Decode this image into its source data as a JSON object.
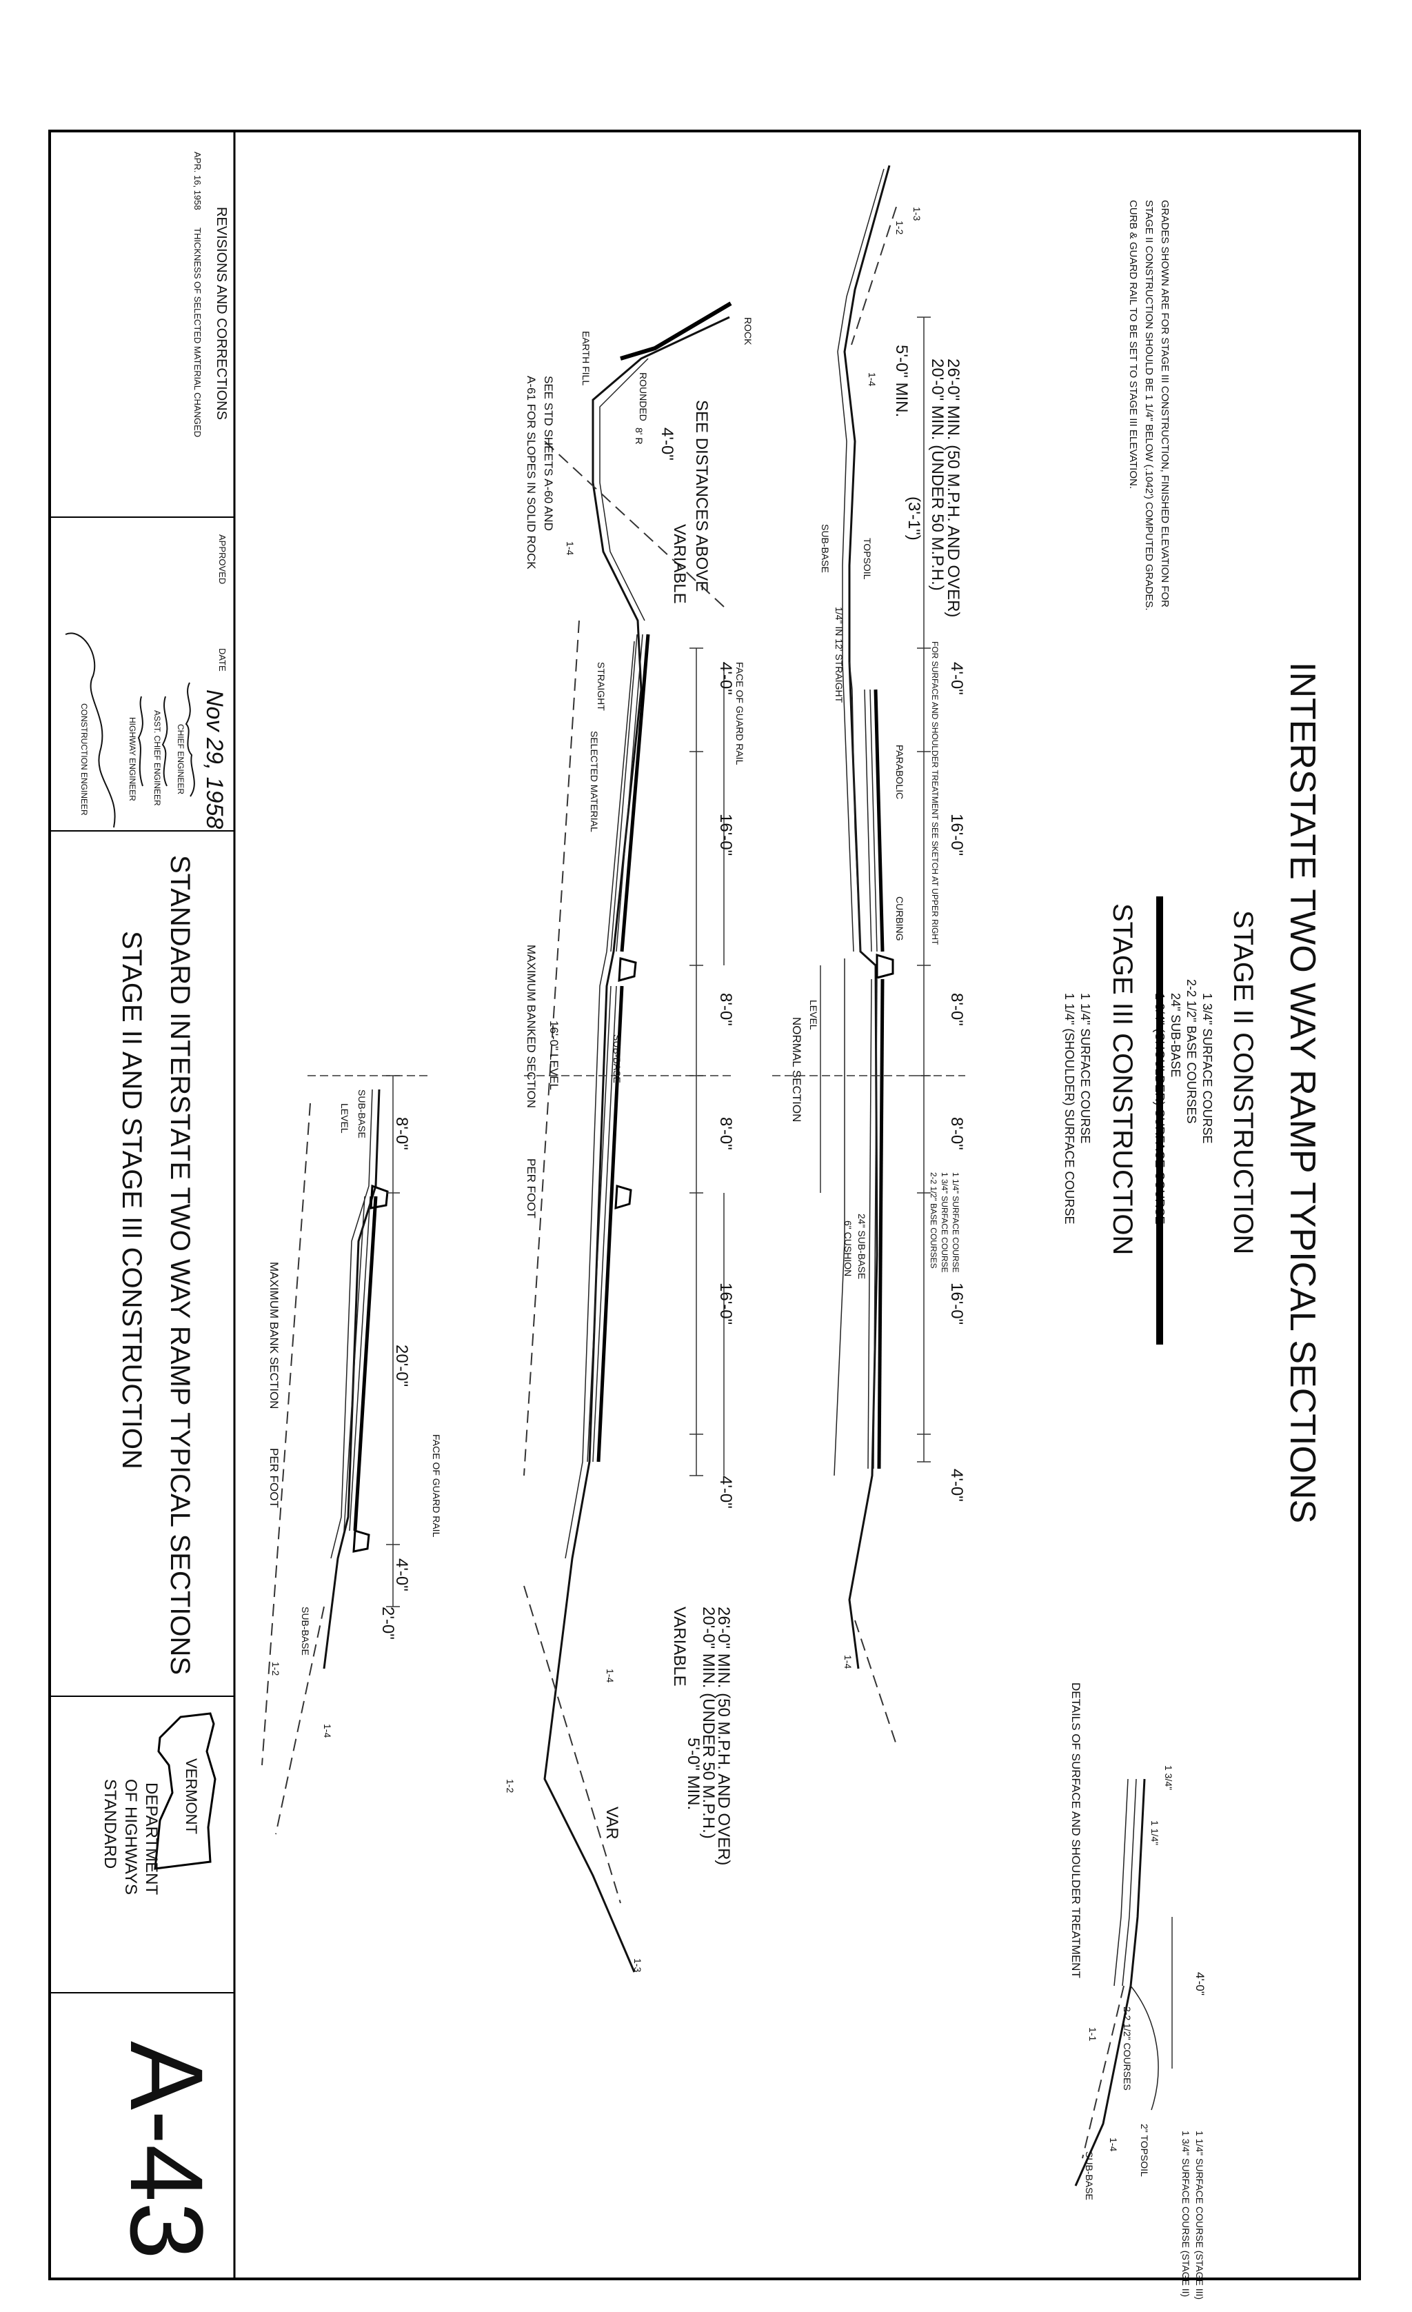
{
  "main_title": "INTERSTATE TWO WAY RAMP TYPICAL SECTIONS",
  "stage2": {
    "heading": "STAGE II CONSTRUCTION",
    "courses": [
      "1 3/4\" SURFACE COURSE",
      "2-2 1/2\" BASE COURSES",
      "24\" SUB-BASE",
      "1 3/4\" (SHOULDER) SURFACE COURSE"
    ]
  },
  "stage3": {
    "heading": "STAGE III CONSTRUCTION",
    "courses": [
      "1 1/4\" SURFACE COURSE",
      "1 1/4\" (SHOULDER) SURFACE COURSE"
    ]
  },
  "grade_note": [
    "GRADES SHOWN ARE FOR STAGE III CONSTRUCTION, FINISHED ELEVATION FOR",
    "STAGE II CONSTRUCTION SHOULD BE 1 1/4\" BELOW (.1042') COMPUTED GRADES.",
    "CURB & GUARD RAIL TO BE SET TO STAGE III ELEVATION."
  ],
  "normal_section": {
    "label": "NORMAL SECTION",
    "dims": [
      "26'-0\" MIN. (50 M.P.H. AND OVER)",
      "20'-0\" MIN. (UNDER 50 M.P.H.)",
      "5'-0\" MIN.",
      "(3'-1\")",
      "4'-0\"",
      "16'-0\"",
      "8'-0\"",
      "8'-0\"",
      "16'-0\"",
      "4'-0\""
    ],
    "notes": [
      "TOPSOIL",
      "SUB-BASE",
      "PARABOLIC",
      "CURBING",
      "1/4\" IN 12' STRAIGHT",
      "LEVEL",
      "FOR SURFACE AND SHOULDER TREATMENT SEE SKETCH AT UPPER RIGHT",
      "1 1/4\" SURFACE COURSE",
      "1 3/4\" SURFACE COURSE",
      "2-2 1/2\" BASE COURSES",
      "24\" SUB-BASE",
      "6\" CUSHION",
      "1-4",
      "1-2",
      "1-3",
      "1-4"
    ]
  },
  "banked_section": {
    "label": "MAXIMUM BANKED SECTION",
    "per_foot": "PER FOOT",
    "level": "16'-0\" LEVEL",
    "dims": [
      "SEE DISTANCES ABOVE",
      "VARIABLE",
      "4'-0\"",
      "8' R",
      "4'-0\"",
      "16'-0\"",
      "8'-0\"",
      "8'-0\"",
      "16'-0\"",
      "4'-0\"",
      "26'-0\" MIN. (50 M.P.H. AND OVER)",
      "20'-0\" MIN. (UNDER 50 M.P.H.)",
      "5'-0\" MIN.",
      "VARIABLE",
      "VAR"
    ],
    "notes": [
      "ROCK",
      "EARTH FILL",
      "ROUNDED",
      "FACE OF GUARD RAIL",
      "SELECTED MATERIAL",
      "STRAIGHT",
      "SUB-BASE",
      "1-4",
      "1-2",
      "1-4",
      "1-3"
    ],
    "rock_note": [
      "SEE STD SHEETS A-60 AND",
      "A-61 FOR SLOPES IN SOLID ROCK"
    ]
  },
  "bank_section": {
    "label": "MAXIMUM BANK SECTION",
    "per_foot": "PER FOOT",
    "dims": [
      "8'-0\"",
      "20'-0\"",
      "4'-0\"",
      "2'-0\""
    ],
    "notes": [
      "SUB-BASE",
      "LEVEL",
      "FACE OF GUARD RAIL",
      "SUB-BASE",
      "1-4",
      "1-2"
    ]
  },
  "details": {
    "label": "DETAILS OF SURFACE AND SHOULDER TREATMENT",
    "notes": [
      "1 3/4\"",
      "1 1/4\"",
      "4'-0\"",
      "2-2 1/2\" COURSES",
      "1 1/4\" SURFACE COURSE (STAGE III)",
      "1 3/4\" SURFACE COURSE (STAGE II)",
      "2\" TOPSOIL",
      "1-4",
      "SUB-BASE",
      "1-1"
    ]
  },
  "revisions": {
    "heading": "REVISIONS AND CORRECTIONS",
    "entry_date": "APR. 16, 1958",
    "entry_text": "THICKNESS OF SELECTED MATERIAL CHANGED"
  },
  "approval": {
    "approved_label": "APPROVED",
    "date_label": "DATE",
    "date_value": "Nov 29, 1958",
    "titles": [
      "CHIEF ENGINEER",
      "ASST. CHIEF ENGINEER",
      "HIGHWAY ENGINEER",
      "CONSTRUCTION ENGINEER"
    ]
  },
  "title_block": {
    "line1": "STANDARD INTERSTATE TWO WAY RAMP TYPICAL SECTIONS",
    "line2": "STAGE II AND STAGE III CONSTRUCTION"
  },
  "department": {
    "state": "VERMONT",
    "line1": "DEPARTMENT",
    "line2": "OF HIGHWAYS",
    "line3": "STANDARD"
  },
  "sheet_number": "A-43"
}
